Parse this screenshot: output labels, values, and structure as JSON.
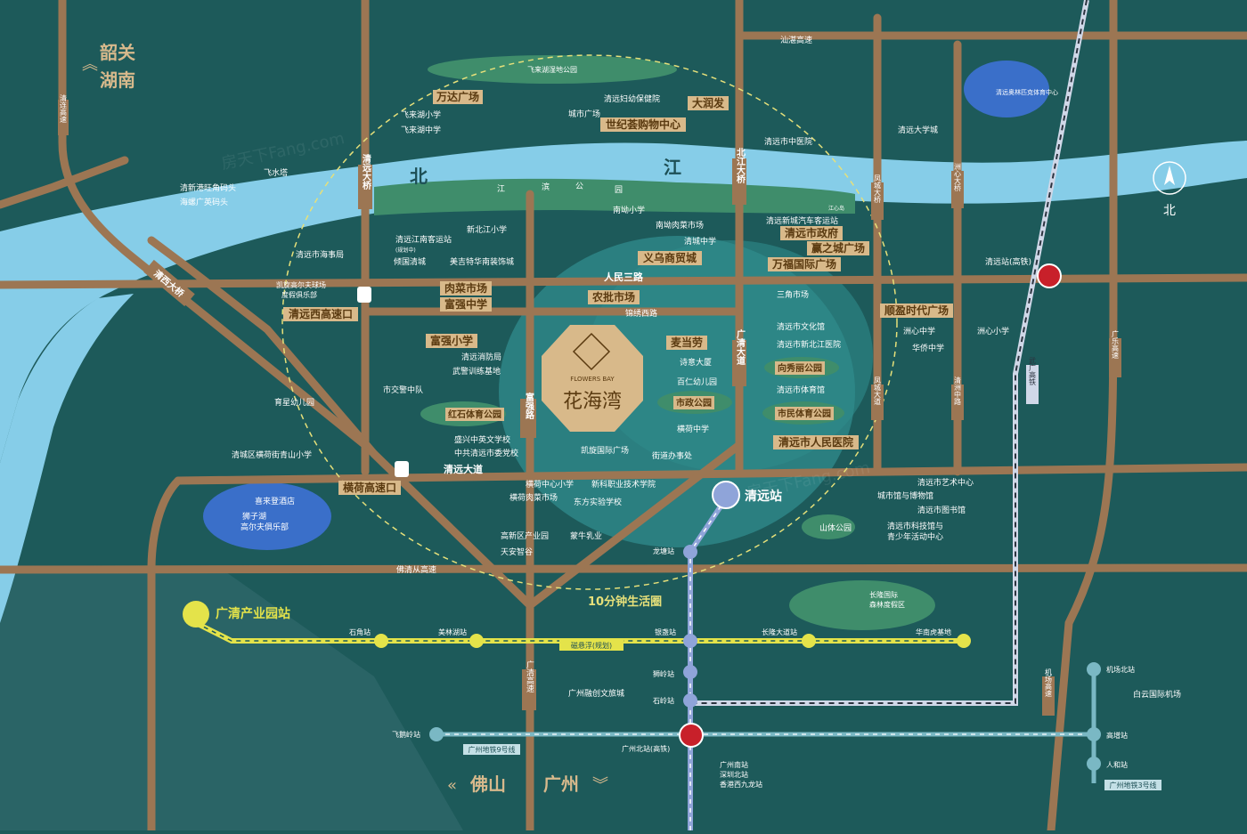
{
  "regions": {
    "north_top": "韶关",
    "north_bottom": "湖南",
    "southwest_1": "佛山",
    "southwest_2": "广州"
  },
  "compass": "北",
  "rivers": {
    "north_river_1": "北",
    "north_river_2": "江",
    "park_strip_chars": [
      "江",
      "滨",
      "公",
      "园"
    ]
  },
  "center": {
    "cn": "花海湾",
    "en": "FLOWERS BAY"
  },
  "circle_label": "10分钟生活圈",
  "roads": {
    "qinglian": "清连高速",
    "shanqing": "汕湛高速",
    "guangle": "广乐高速",
    "foqing": "佛清从高速",
    "jichang": "机场高速",
    "wuguang": "武广高铁",
    "qingyuan_bridge": "清远大桥",
    "beijiang_bridge": "北江大桥",
    "fengcheng_bridge": "凤城大桥",
    "zhouxin_bridge": "洲心大桥",
    "qingxi_bridge": "清西大桥",
    "renmin3": "人民三路",
    "jinxiu": "锦绣西路",
    "fuqiang": "富强路",
    "guangqing": "广清大道",
    "qingyuan_ave": "清远大道",
    "fengcheng_ave": "凤城大道",
    "qingzhou": "清洲中路",
    "guangqing_exp": "广清高速"
  },
  "box_labels": {
    "wanda": "万达广场",
    "darunfa": "大润发",
    "shijihui": "世纪荟购物中心",
    "yiwu": "义乌商贸城",
    "rouca": "肉菜市场",
    "fuqiang_mid": "富强中学",
    "nongpi": "农批市场",
    "fuqiang_pri": "富强小学",
    "qingyuan_gov": "清远市政府",
    "yingzhicheng": "赢之城广场",
    "wanfu": "万福国际广场",
    "shunying": "顺盈时代广场",
    "maidanglao": "麦当劳",
    "xiangxiuli": "向秀丽公园",
    "shizheng": "市政公园",
    "hongshi": "红石体育公园",
    "shimin_park": "市民体育公园",
    "renmin_hospital": "清远市人民医院",
    "west_exit": "清远西高速口",
    "hengho_exit": "横荷高速口"
  },
  "pois": {
    "feilaihu_wetland": "飞来湖湿地公园",
    "fuyou": "清远妇幼保健院",
    "chengshi_plaza": "城市广场",
    "feilaihu_pri": "飞来湖小学",
    "feilaihu_mid": "飞来湖中学",
    "feishuita": "飞水塔",
    "xinwang": "清新港旺角码头",
    "haiqi": "海螺广英码头",
    "city_hosp": "清远市中医院",
    "qingyuan_univ": "清远大学城",
    "olympic": "清远奥林匹克体育中心",
    "nanba_pri": "南坳小学",
    "nanba_market": "南坳肉菜市场",
    "qingcheng_mid": "清城中学",
    "new_bus": "清远新城汽车客运站",
    "jiangnan_bus": "清远江南客运站",
    "jiangnan_note": "(规划中)",
    "xinbeijiang_pri": "新北江小学",
    "qingyuan_haishi": "清远市海事局",
    "qingcheng_dist": "倾国清城",
    "meijite": "美吉特华南装饰城",
    "golf_1": "凯旋高尔夫球场",
    "golf_2": "度假俱乐部",
    "sanjiao": "三角市场",
    "culture": "清远市文化馆",
    "beijiang_hosp": "清远市新北江医院",
    "sports_center": "清远市体育馆",
    "zhouxin_mid": "洲心中学",
    "zhouxin_pri": "洲心小学",
    "huaqiao_mid": "华侨中学",
    "shijie_tower": "诗意大厦",
    "bairen": "百仁幼儿园",
    "xiaofang": "清远消防局",
    "wujing": "武警训练基地",
    "jiaojing": "市交警中队",
    "yuxing": "育星幼儿园",
    "hengho_mid": "横荷中学",
    "shengxing": "盛兴中英文学校",
    "party_school": "中共清远市委党校",
    "kaiyuan": "凯旋国际广场",
    "street_office": "街道办事处",
    "hengho_street": "清城区横荷街青山小学",
    "xilai": "喜来登酒店",
    "shizihu": "狮子湖",
    "shizihu_golf": "高尔夫俱乐部",
    "hengho_center_pri": "横荷中心小学",
    "xinke": "新科职业技术学院",
    "hengho_market": "横荷肉菜市场",
    "dongfang": "东方实验学校",
    "gaoxin": "高新区产业园",
    "mengniu": "蒙牛乳业",
    "tianan": "天安智谷",
    "art_center": "清远市艺术中心",
    "city_museum": "城市馆与博物馆",
    "library": "清远市图书馆",
    "science": "清远市科技馆与",
    "youth": "青少年活动中心",
    "shanti": "山体公园",
    "changlong_1": "长隆国际",
    "changlong_2": "森林度假区",
    "guangzhou_rongchuang": "广州融创文旅城",
    "qingyuan_hsr": "清远站(高铁)",
    "jiangxin": "江心岛",
    "baiyun": "白云国际机场"
  },
  "stations": {
    "qingyuan": "清远站",
    "guangqing_park": "广清产业园站",
    "shijiao": "石角站",
    "meilinhu": "美林湖站",
    "yintan": "银盏站",
    "changlong": "长隆大道站",
    "huanan_tiger": "华南虎基地",
    "longtang": "龙塘站",
    "shitan": "狮岭站",
    "shiling": "石岭站",
    "feieling": "飞鹅岭站",
    "gz_north": "广州北站(高铁)",
    "jichang_north": "机场北站",
    "gaozeng": "高增站",
    "renhe": "人和站",
    "gz_south": "广州南站",
    "shenzhen_north": "深圳北站",
    "hk": "香港西九龙站",
    "maglev": "磁悬浮(规划)",
    "metro9": "广州地铁9号线",
    "metro3": "广州地铁3号线"
  },
  "colors": {
    "bg": "#1d5a5a",
    "river": "#86cde8",
    "road": "#9c7653",
    "label_box": "#d8b98a",
    "center": "#d8b98a",
    "circle": "#e6e07a",
    "maglev": "#e4e34a",
    "metro": "#7ab8c4",
    "hsr_bg": "#d0d8e8"
  },
  "watermark": "房天下Fang.com"
}
